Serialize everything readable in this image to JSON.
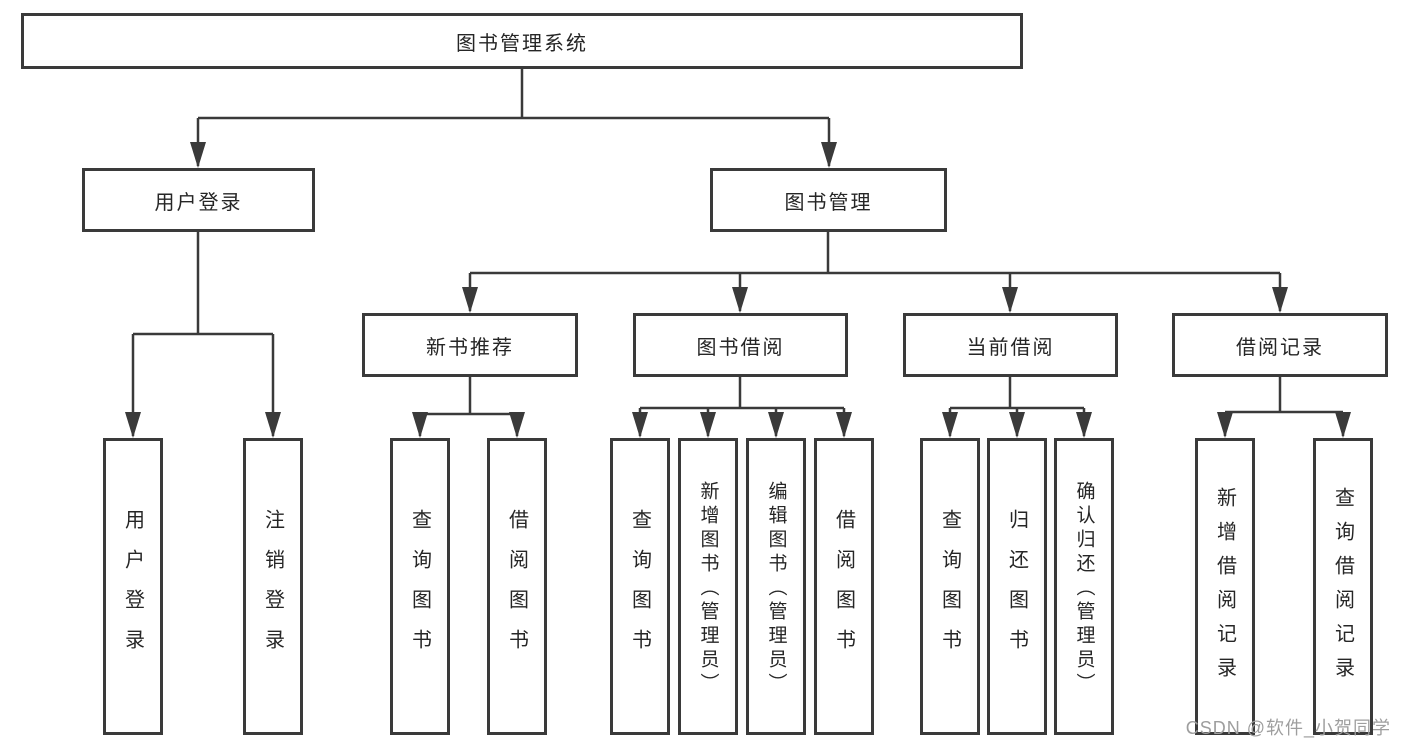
{
  "diagram": {
    "title": "图书管理系统",
    "colors": {
      "line": "#3a3a3a",
      "box_border": "#3a3a3a",
      "box_background": "#ffffff",
      "text": "#262626",
      "watermark_text": "#9e9e9e"
    },
    "root": {
      "label": "图书管理系统"
    },
    "level2": [
      {
        "label": "用户登录"
      },
      {
        "label": "图书管理"
      }
    ],
    "level3": [
      {
        "label": "新书推荐"
      },
      {
        "label": "图书借阅"
      },
      {
        "label": "当前借阅"
      },
      {
        "label": "借阅记录"
      }
    ],
    "leaves": [
      {
        "label": "用户登录",
        "parent": "用户登录"
      },
      {
        "label": "注销登录",
        "parent": "用户登录"
      },
      {
        "label": "查询图书",
        "parent": "新书推荐"
      },
      {
        "label": "借阅图书",
        "parent": "新书推荐"
      },
      {
        "label": "查询图书",
        "parent": "图书借阅"
      },
      {
        "label": "新增图书（管理员）",
        "parent": "图书借阅"
      },
      {
        "label": "编辑图书（管理员）",
        "parent": "图书借阅"
      },
      {
        "label": "借阅图书",
        "parent": "图书借阅"
      },
      {
        "label": "查询图书",
        "parent": "当前借阅"
      },
      {
        "label": "归还图书",
        "parent": "当前借阅"
      },
      {
        "label": "确认归还（管理员）",
        "parent": "当前借阅"
      },
      {
        "label": "新增借阅记录",
        "parent": "借阅记录"
      },
      {
        "label": "查询借阅记录",
        "parent": "借阅记录"
      }
    ],
    "watermark": "CSDN @软件_小贺同学"
  }
}
